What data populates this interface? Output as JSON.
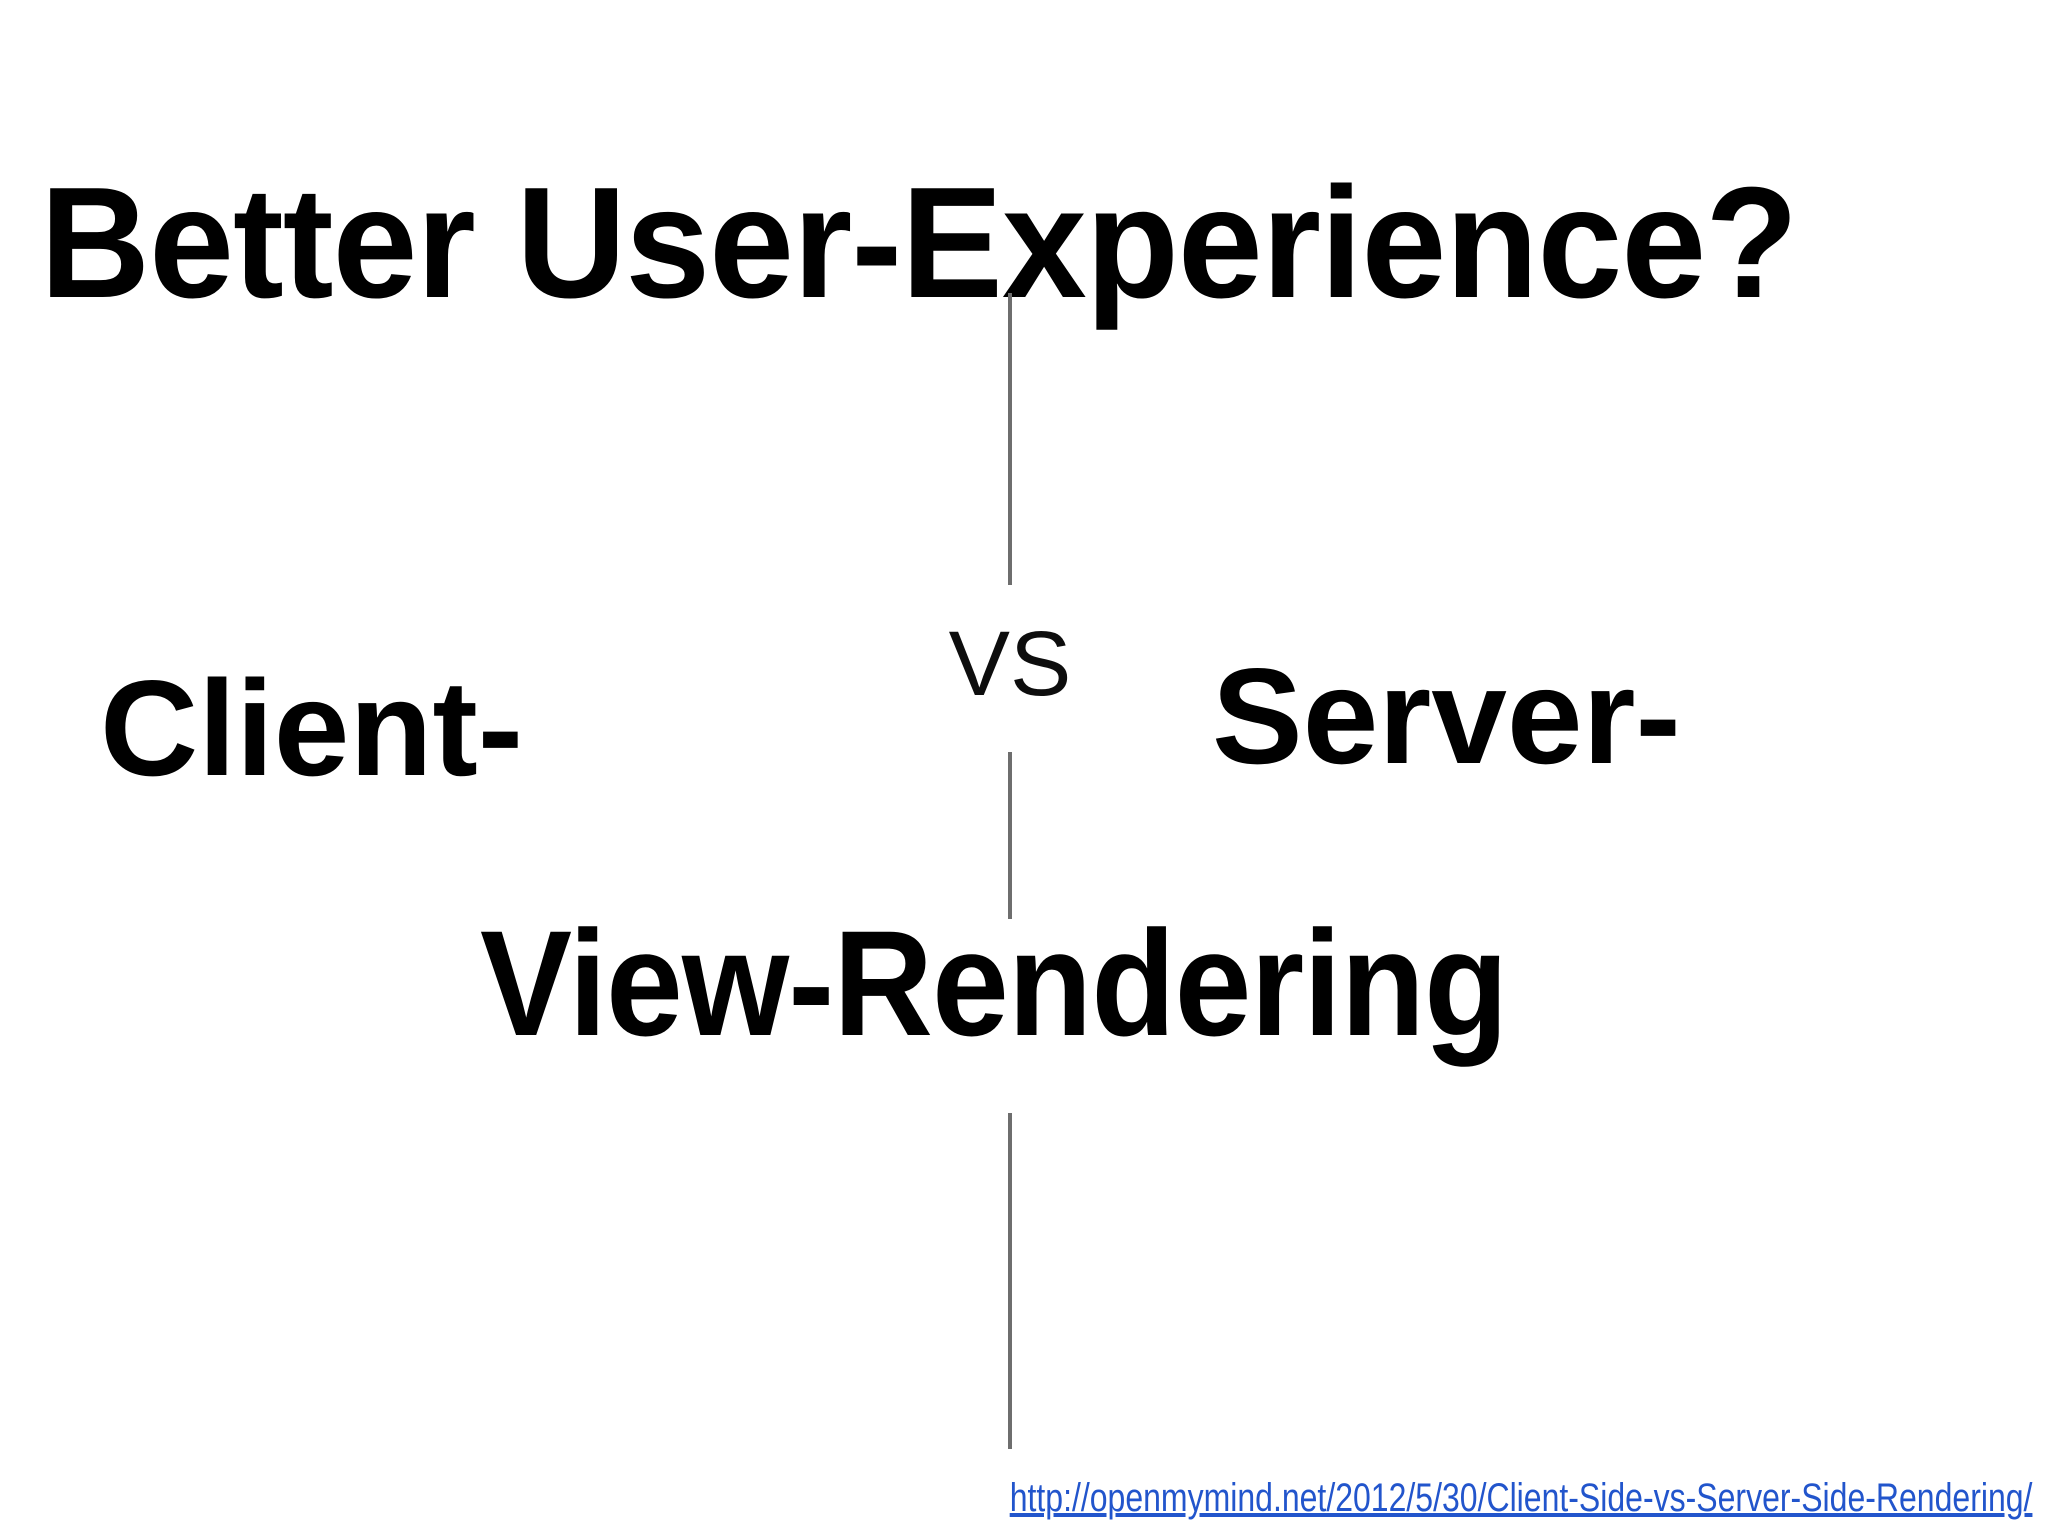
{
  "slide": {
    "title": "Better User-Experience?",
    "comparison": {
      "left_label": "Client-",
      "vs_label": "VS",
      "right_label": "Server-",
      "shared_suffix_label": "View-Rendering"
    },
    "source_link": {
      "text": "http://openmymind.net/2012/5/30/Client-Side-vs-Server-Side-Rendering/",
      "href": "http://openmymind.net/2012/5/30/Client-Side-vs-Server-Side-Rendering/"
    },
    "colors": {
      "background": "#ffffff",
      "text": "#000000",
      "divider": "#6e6e6e",
      "link": "#2255cc"
    }
  }
}
